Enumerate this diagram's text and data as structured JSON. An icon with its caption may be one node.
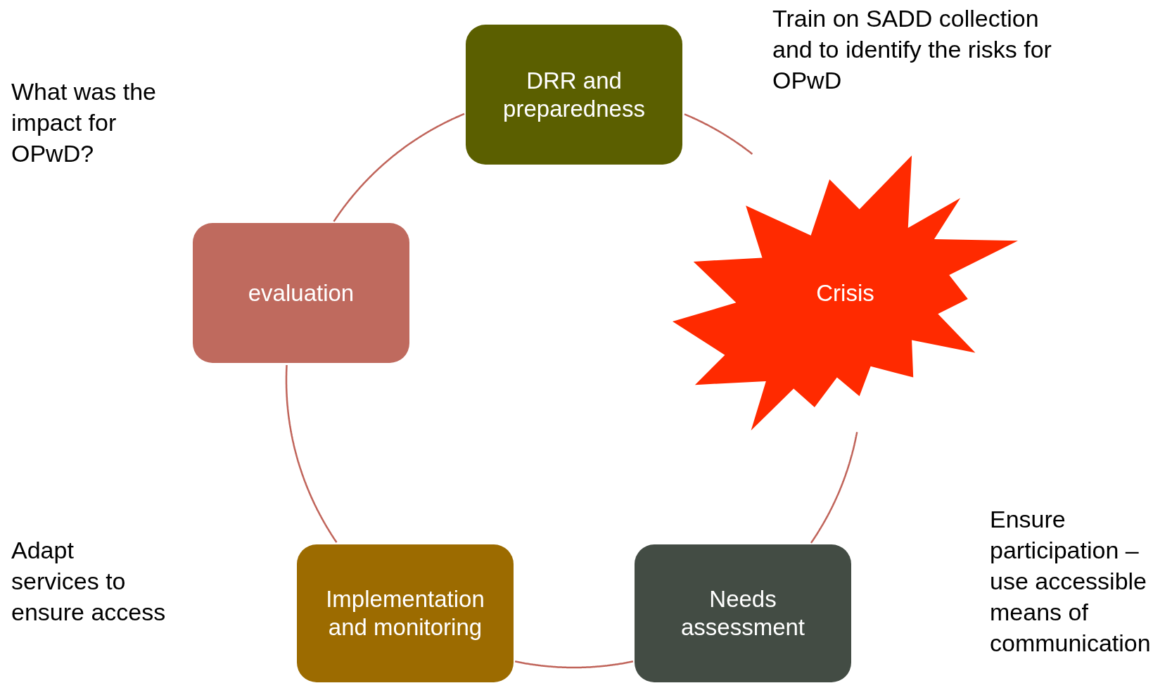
{
  "diagram": {
    "nodes": [
      {
        "text": [
          "DRR and preparedness"
        ]
      },
      {
        "text": [
          "Crisis"
        ]
      },
      {
        "text": [
          "Needs assessment"
        ]
      },
      {
        "text": [
          "Implementation and monitoring"
        ]
      },
      {
        "text": [
          "evaluation"
        ]
      }
    ],
    "edges": [
      {
        "from": 0,
        "to": 1,
        "arrow": "none"
      },
      {
        "from": 1,
        "to": 2,
        "arrow": "none"
      },
      {
        "from": 2,
        "to": 3,
        "arrow": "none"
      },
      {
        "from": 3,
        "to": 4,
        "arrow": "none"
      },
      {
        "from": 4,
        "to": 0,
        "arrow": "none"
      }
    ],
    "labels": [
      "Train on SADD collection and to identify the risks for OPwD",
      "What was the impact for OPwD?",
      "Ensure participation – use accessible means of communication",
      "Adapt services to ensure access"
    ]
  }
}
